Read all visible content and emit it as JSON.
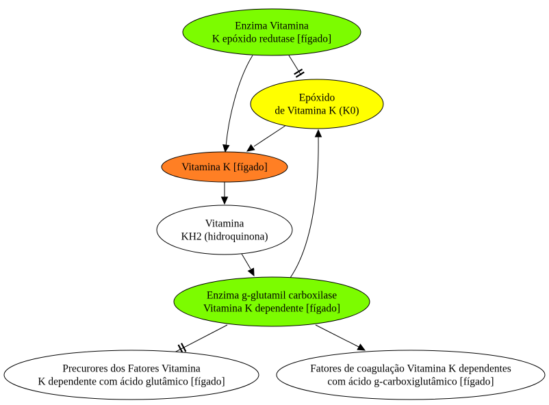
{
  "diagram": {
    "nodes": [
      {
        "id": "vkor",
        "lines": [
          "Enzima Vitamina",
          "K epóxido redutase [fígado]"
        ],
        "fill": "#7cfc00"
      },
      {
        "id": "epoxido",
        "lines": [
          "Epóxido",
          "de Vitamina K (K0)"
        ],
        "fill": "#ffff00"
      },
      {
        "id": "vitk",
        "lines": [
          "Vitamina K [fígado]"
        ],
        "fill": "#ff7f24"
      },
      {
        "id": "kh2",
        "lines": [
          "Vitamina",
          "KH2 (hidroquinona)"
        ],
        "fill": "#ffffff"
      },
      {
        "id": "ggcx",
        "lines": [
          "Enzima g-glutamil carboxilase",
          "Vitamina K dependente [fígado]"
        ],
        "fill": "#7cfc00"
      },
      {
        "id": "precursores",
        "lines": [
          "Precurores dos Fatores Vitamina",
          "K dependente com ácido glutâmico [fígado]"
        ],
        "fill": "#ffffff"
      },
      {
        "id": "fatores",
        "lines": [
          "Fatores de coagulação Vitamina K dependentes",
          "com ácido g-carboxiglutâmico [fígado]"
        ],
        "fill": "#ffffff"
      }
    ],
    "edges": [
      {
        "from": "vkor",
        "to": "vitk",
        "type": "arrow"
      },
      {
        "from": "vkor",
        "to": "epoxido",
        "type": "inhibit"
      },
      {
        "from": "epoxido",
        "to": "vitk",
        "type": "arrow"
      },
      {
        "from": "vitk",
        "to": "kh2",
        "type": "arrow"
      },
      {
        "from": "kh2",
        "to": "ggcx",
        "type": "arrow"
      },
      {
        "from": "ggcx",
        "to": "epoxido",
        "type": "arrow"
      },
      {
        "from": "ggcx",
        "to": "precursores",
        "type": "inhibit"
      },
      {
        "from": "ggcx",
        "to": "fatores",
        "type": "arrow"
      }
    ]
  }
}
